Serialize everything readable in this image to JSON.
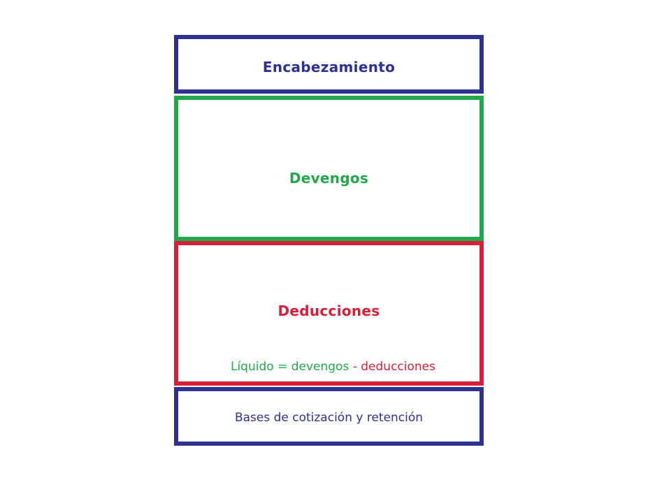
{
  "diagram": {
    "header": {
      "label": "Encabezamiento"
    },
    "devengos": {
      "label": "Devengos"
    },
    "deducciones": {
      "label": "Deducciones",
      "formula": {
        "left": "Líquido = devengos",
        "operator": " - ",
        "right": "deducciones"
      }
    },
    "bases": {
      "label": "Bases de cotización y retención"
    }
  },
  "colors": {
    "blue": "#2e3192",
    "green": "#21a84b",
    "red": "#d71f3a"
  }
}
